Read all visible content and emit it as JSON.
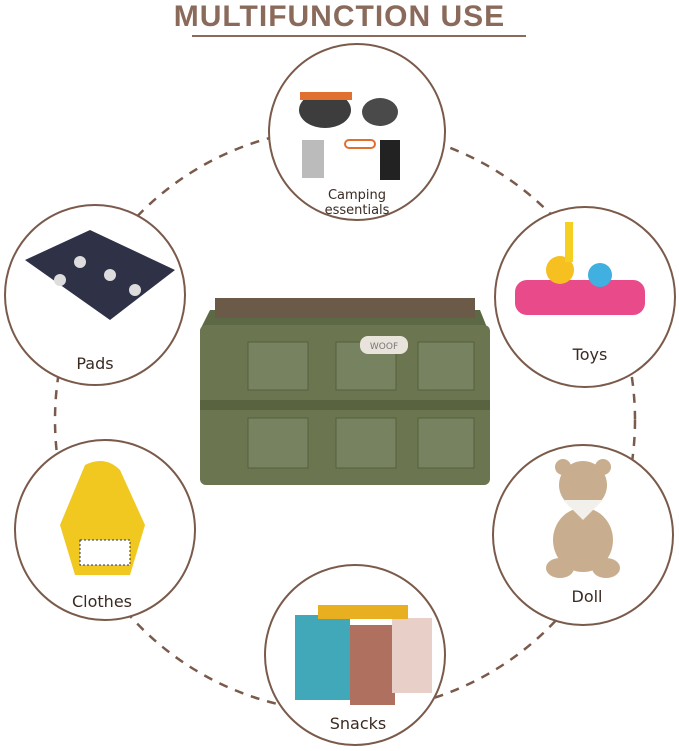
{
  "title": "MULTIFUNCTION USE",
  "product": {
    "badge": "WOOF",
    "color": "#6b7550"
  },
  "accent_color": "#8a6a5a",
  "uses": [
    {
      "label": "Camping essentials",
      "line1": "Camping",
      "line2": "essentials"
    },
    {
      "label": "Pads"
    },
    {
      "label": "Toys"
    },
    {
      "label": "Clothes"
    },
    {
      "label": "Doll"
    },
    {
      "label": "Snacks"
    }
  ]
}
